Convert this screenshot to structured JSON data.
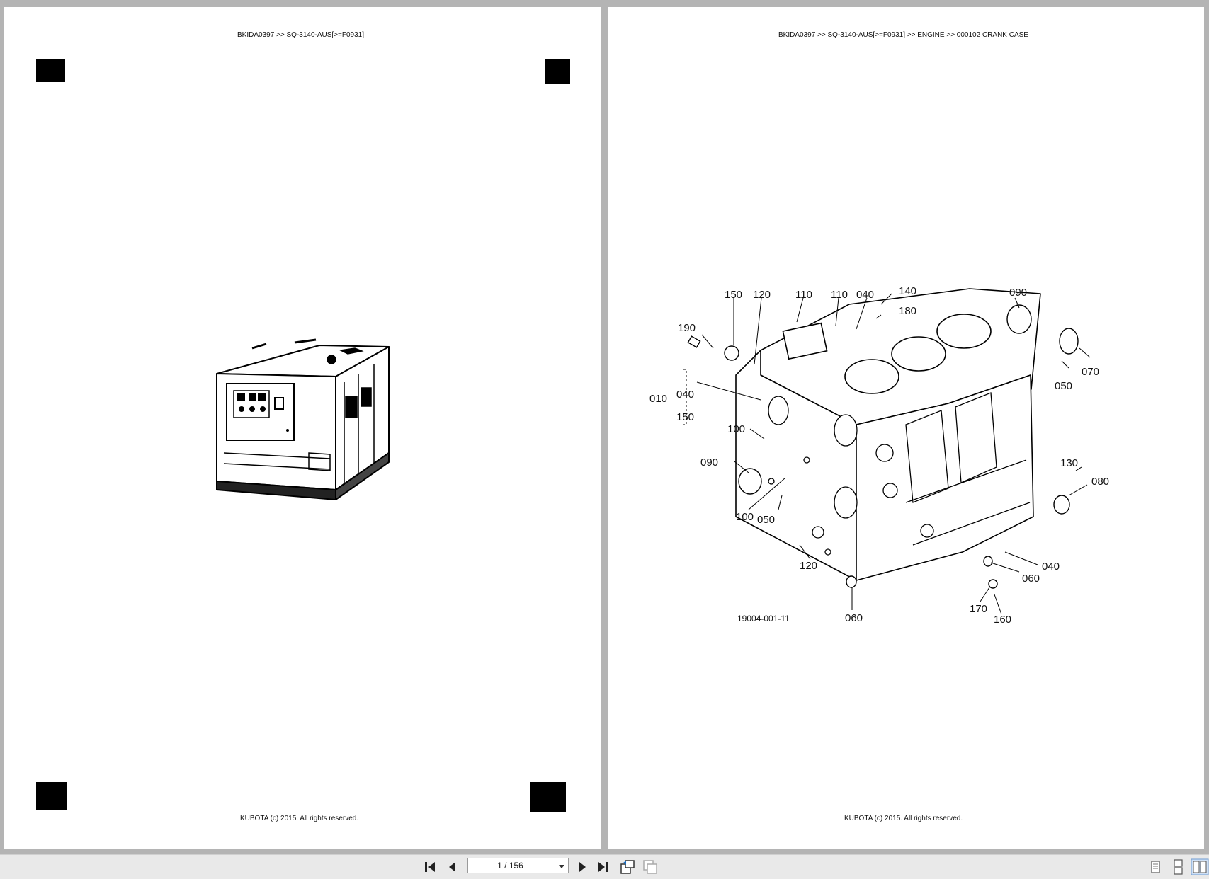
{
  "viewer": {
    "page_indicator": "1 / 156",
    "tools": [
      "first-page-icon",
      "previous-page-icon",
      "next-page-icon",
      "last-page-icon",
      "rotate-icon",
      "copy-icon",
      "single-page-view-icon",
      "continuous-view-icon",
      "two-page-view-icon"
    ]
  },
  "left_page": {
    "header": "BKIDA0397 >> SQ-3140-AUS[>=F0931]",
    "footer": "KUBOTA (c) 2015. All rights reserved.",
    "illustration": "generator-illustration"
  },
  "right_page": {
    "header": "BKIDA0397 >> SQ-3140-AUS[>=F0931] >> ENGINE >> 000102   CRANK CASE",
    "footer": "KUBOTA (c) 2015. All rights reserved.",
    "illustration": "crank-case-diagram",
    "drawing_number": "19004-001-11",
    "callouts": [
      "150",
      "120",
      "110",
      "110",
      "040",
      "140",
      "180",
      "090",
      "190",
      "070",
      "050",
      "010",
      "040",
      "150",
      "100",
      "090",
      "130",
      "080",
      "100",
      "050",
      "120",
      "040",
      "060",
      "170",
      "160",
      "060"
    ]
  }
}
